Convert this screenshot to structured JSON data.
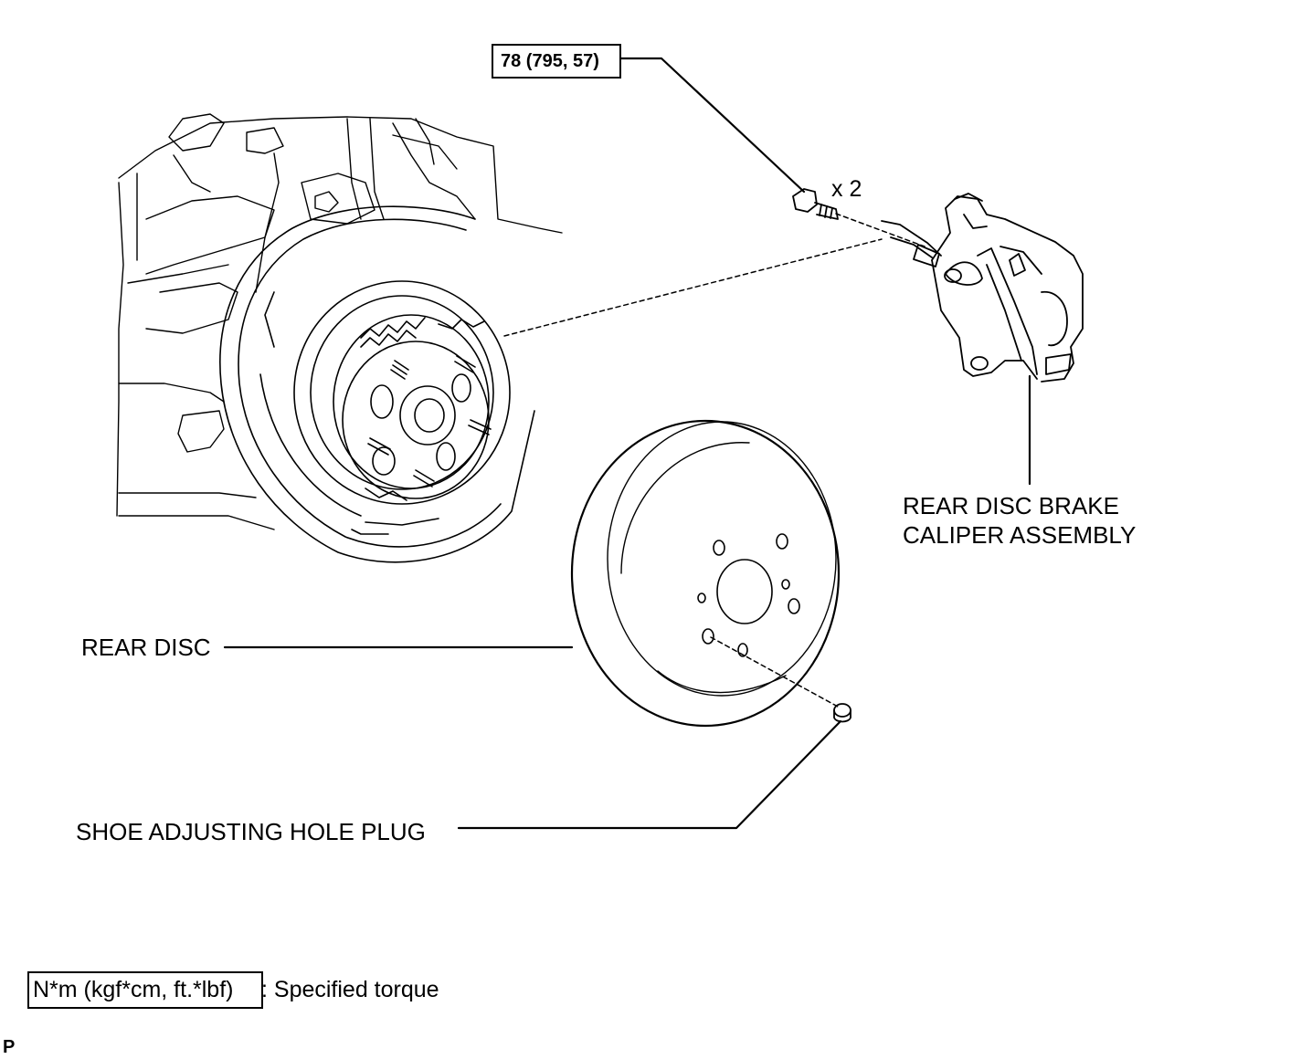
{
  "torque": {
    "value_label": "78 (795, 57)",
    "bolt_qty": "x 2"
  },
  "labels": {
    "caliper_line1": "REAR DISC BRAKE",
    "caliper_line2": "CALIPER ASSEMBLY",
    "rear_disc": "REAR DISC",
    "hole_plug": "SHOE ADJUSTING HOLE PLUG"
  },
  "legend": {
    "unit_box": "N*m (kgf*cm, ft.*lbf)",
    "description": ": Specified torque"
  },
  "corner_code": "P"
}
